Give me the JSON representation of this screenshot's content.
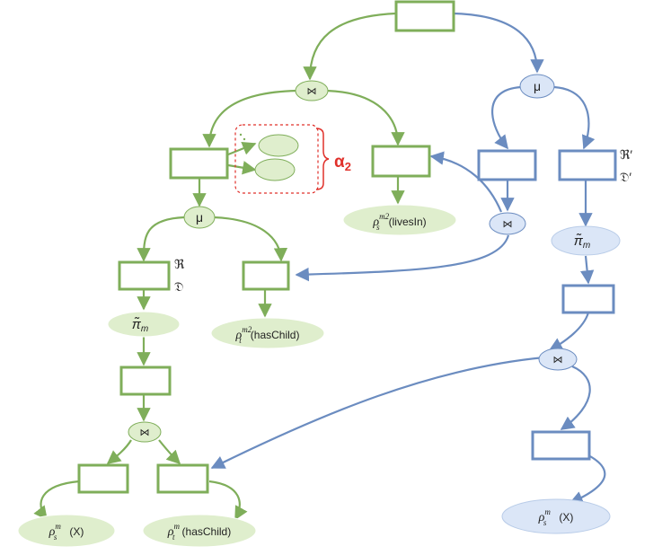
{
  "colors": {
    "green_stroke": "#7fae5a",
    "green_fill": "#dfeecd",
    "blue_stroke": "#6b8cc0",
    "blue_fill": "#dbe6f7",
    "red": "#e0302a"
  },
  "operators": {
    "join": "⋈",
    "mu": "μ"
  },
  "annotation": {
    "alpha_symbol": "α",
    "alpha_sub": "2"
  },
  "labels": {
    "R": "ℜ",
    "D": "𝔇",
    "R_prime": "ℜ′",
    "D_prime": "𝔇′",
    "pi_tilde": "π̃",
    "pi_sub": "m"
  },
  "leaves": {
    "lives_in": {
      "sym": "ρ",
      "sub": "s",
      "sup": "m2",
      "arg": "(livesIn)"
    },
    "has_child_top": {
      "sym": "ρ",
      "sub": "t",
      "sup": "m2",
      "arg": "(hasChild)"
    },
    "bottom_x": {
      "sym": "ρ",
      "sub": "s",
      "sup": "m",
      "arg": "(X)"
    },
    "bottom_has_child": {
      "sym": "ρ",
      "sub": "t",
      "sup": "m",
      "arg": "(hasChild)"
    },
    "blue_x": {
      "sym": "ρ",
      "sub": "s",
      "sup": "m",
      "arg": "(X)"
    }
  }
}
